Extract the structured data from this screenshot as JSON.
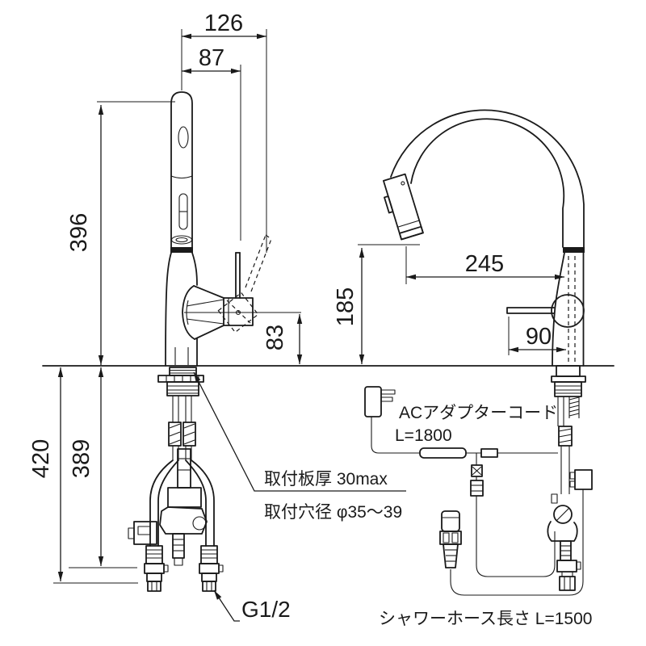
{
  "dimensions": {
    "d126": "126",
    "d87": "87",
    "d396": "396",
    "d83": "83",
    "d420": "420",
    "d389": "389",
    "d245": "245",
    "d185": "185",
    "d90": "90"
  },
  "annotations": {
    "thread_size": "G1/2",
    "ac_adapter_line1": "ACアダプターコード",
    "ac_adapter_line2": "L=1800",
    "mounting_plate": "取付板厚 30max",
    "mounting_hole": "取付穴径 φ35～39",
    "shower_hose": "シャワーホース長さ L=1500"
  },
  "colors": {
    "line": "#1a1a1a",
    "background": "#ffffff"
  }
}
